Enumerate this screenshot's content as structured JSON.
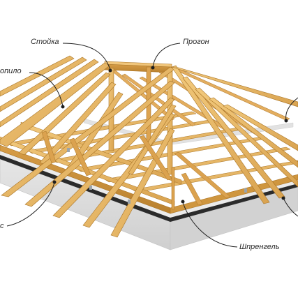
{
  "labels": {
    "stoyka": "Стойка",
    "progon": "Прогон",
    "stropilo_partial": "опило",
    "shprengel": "Шпренгель",
    "left_cut_partial": "с"
  },
  "colors": {
    "timber": "#e9b86a",
    "timber_dark": "#c9913f",
    "timber_edge": "#a97426",
    "concrete": "#d9d9d9",
    "concrete_shadow": "#b9b9b9",
    "bitumen": "#2b2b2b",
    "leader": "#1e1e1e"
  }
}
